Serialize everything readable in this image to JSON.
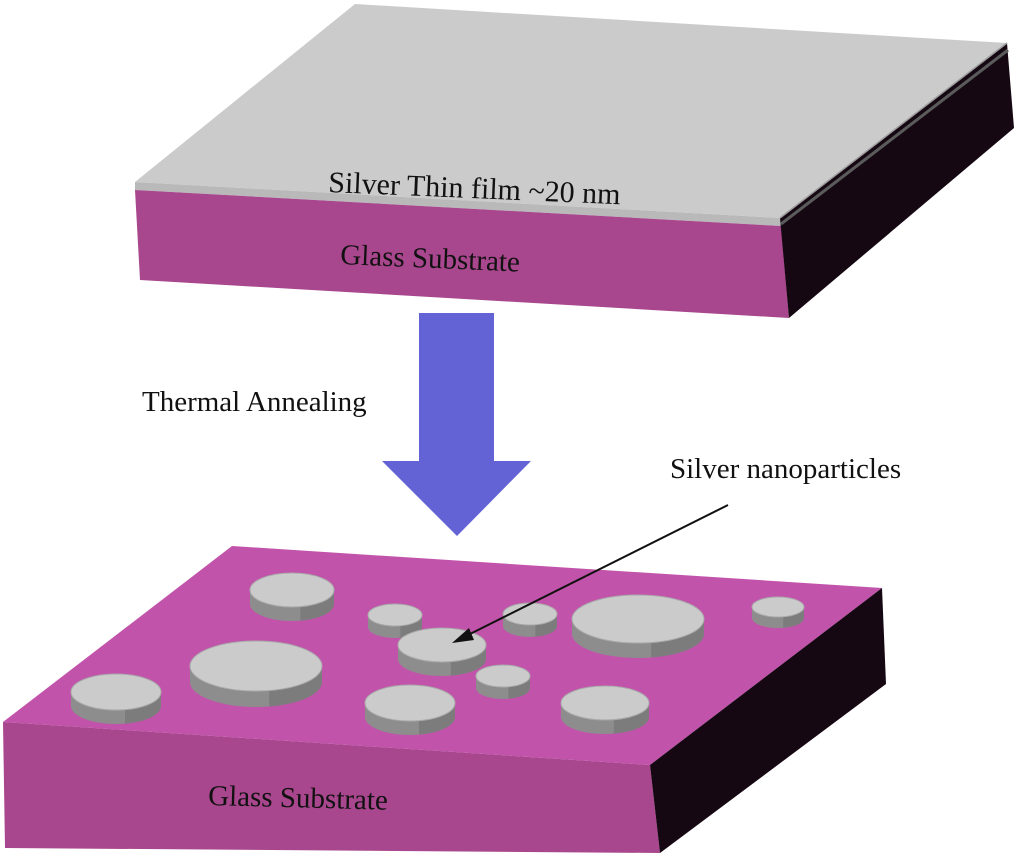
{
  "top_slab": {
    "film_label": "Silver Thin film ~20 nm",
    "substrate_label": "Glass Substrate"
  },
  "process": {
    "label": "Thermal Annealing"
  },
  "bottom_slab": {
    "substrate_label": "Glass Substrate",
    "nanoparticles_label": "Silver nanoparticles",
    "nanoparticle_count": 11
  },
  "colors": {
    "silver_top": "#cbcbcb",
    "silver_side": "#8d8d8d",
    "glass_top": "#c253ab",
    "glass_front": "#a8468e",
    "slab_dark_side": "#150812",
    "arrow": "#6363d6"
  }
}
